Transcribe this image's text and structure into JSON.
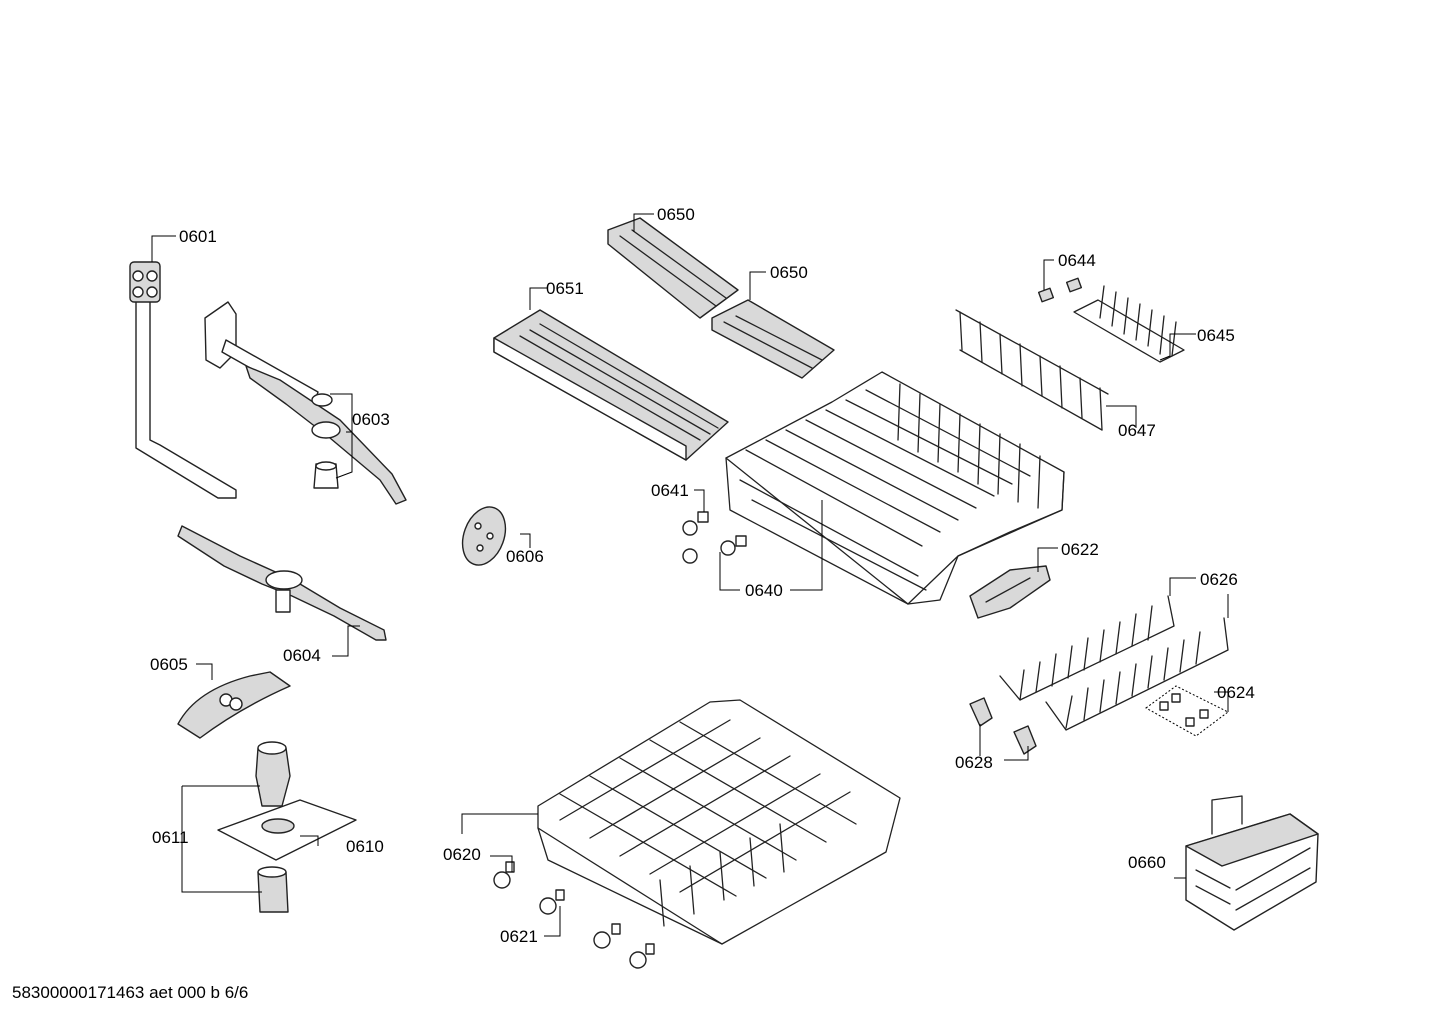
{
  "diagram": {
    "labels": {
      "p0601": "0601",
      "p0603": "0603",
      "p0604": "0604",
      "p0605": "0605",
      "p0606": "0606",
      "p0610": "0610",
      "p0611": "0611",
      "p0620": "0620",
      "p0621": "0621",
      "p0622": "0622",
      "p0624": "0624",
      "p0626": "0626",
      "p0628": "0628",
      "p0640": "0640",
      "p0641": "0641",
      "p0644": "0644",
      "p0645": "0645",
      "p0647": "0647",
      "p0650a": "0650",
      "p0650b": "0650",
      "p0651": "0651",
      "p0660": "0660"
    },
    "footer": "58300000171463 aet 000 b 6/6"
  }
}
